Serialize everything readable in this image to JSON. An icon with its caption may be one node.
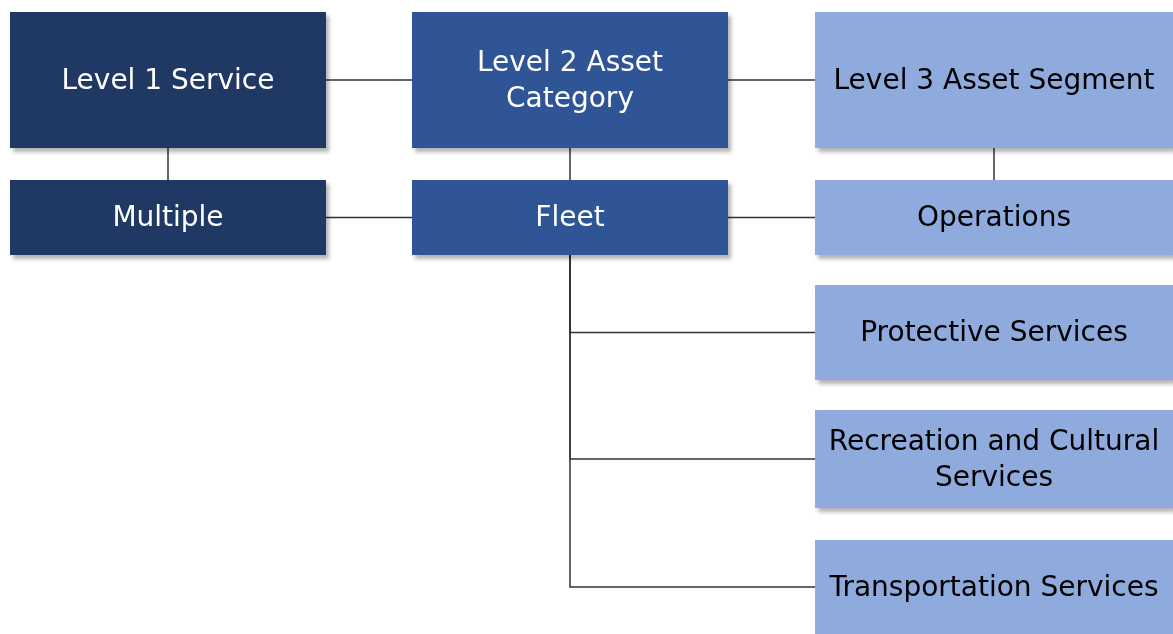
{
  "diagram": {
    "nodes": [
      {
        "text": [
          "Level 1 Service"
        ]
      },
      {
        "text": [
          "Level 2 Asset Category"
        ]
      },
      {
        "text": [
          "Level 3 Asset Segment"
        ]
      },
      {
        "text": [
          "Multiple"
        ]
      },
      {
        "text": [
          "Fleet"
        ]
      },
      {
        "text": [
          "Operations"
        ]
      },
      {
        "text": [
          "Protective Services"
        ]
      },
      {
        "text": [
          "Recreation and Cultural Services"
        ]
      },
      {
        "text": [
          "Transportation Services"
        ]
      }
    ],
    "edges": [
      {
        "from": 0,
        "to": 1,
        "arrow": "none"
      },
      {
        "from": 1,
        "to": 2,
        "arrow": "none"
      },
      {
        "from": 0,
        "to": 3,
        "arrow": "none"
      },
      {
        "from": 1,
        "to": 4,
        "arrow": "none"
      },
      {
        "from": 2,
        "to": 5,
        "arrow": "none"
      },
      {
        "from": 3,
        "to": 4,
        "arrow": "none"
      },
      {
        "from": 4,
        "to": 5,
        "arrow": "none"
      },
      {
        "from": 4,
        "to": 6,
        "arrow": "none"
      },
      {
        "from": 4,
        "to": 7,
        "arrow": "none"
      },
      {
        "from": 4,
        "to": 8,
        "arrow": "none"
      }
    ]
  }
}
